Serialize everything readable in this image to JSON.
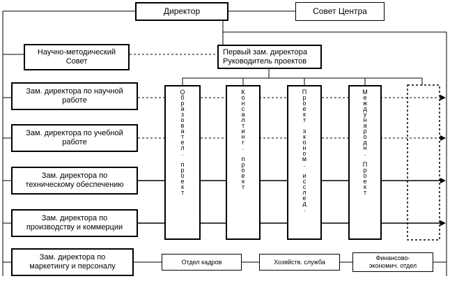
{
  "nodes": {
    "director": "Директор",
    "center_council": "Совет Центра",
    "method_council": "Научно-методический\nСовет",
    "first_deputy": "Первый зам. директора\nРуководитель проектов",
    "dep_science": "Зам. директора по научной\nработе",
    "dep_study": "Зам. директора по учебной\nработе",
    "dep_tech": "Зам. директора по\nтехническому обеспечению",
    "dep_prod": "Зам. директора по\nпроизводству и коммерции",
    "dep_market": "Зам. директора по\nмаркетингу и персоналу",
    "hr": "Отдел кадров",
    "household": "Хозяйств. служба",
    "finance": "Финансово-\nэкономич. отдел"
  },
  "projects": [
    "Образовател. проект",
    "Консалтинг. проект",
    "Проект эконом. исслед.",
    "Международн. Проект"
  ]
}
